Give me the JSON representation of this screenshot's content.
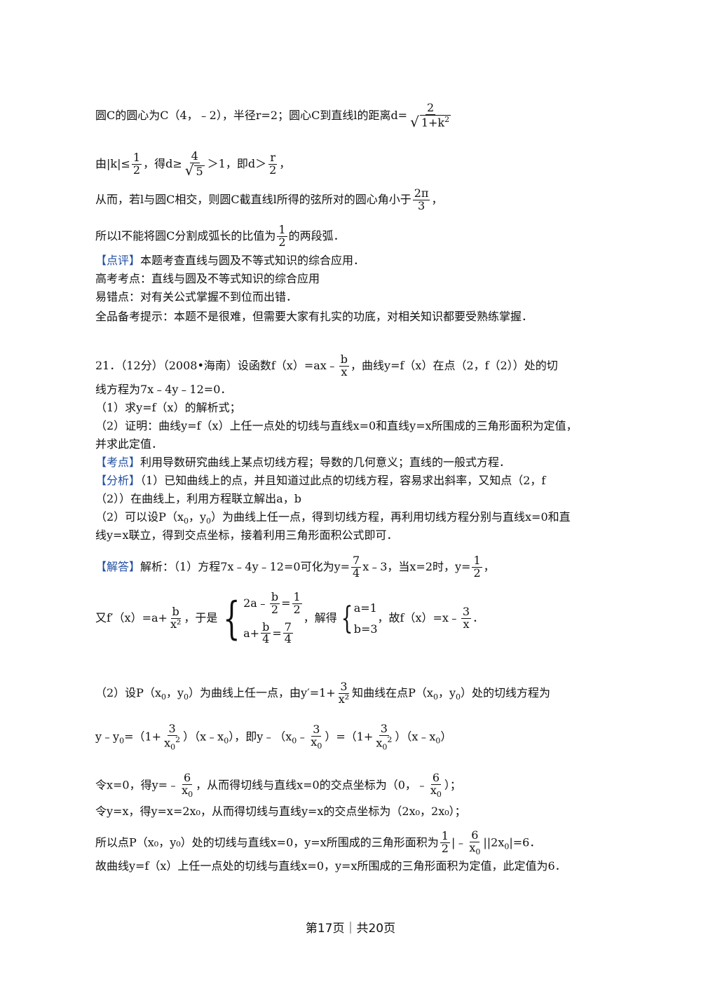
{
  "lines": {
    "l1_a": "圆C的圆心为C（4，﹣2），半径r=2；圆心C到直线l的距离d=",
    "l1_num": "2",
    "l1_den": "1+k",
    "l1_sup": "2",
    "l2_a": "由|k|≤",
    "l2_f1n": "1",
    "l2_f1d": "2",
    "l2_b": "，得d≥",
    "l2_f2n": "4",
    "l2_f2d": "5",
    "l2_c": "＞1，即d＞",
    "l2_f3n": "r",
    "l2_f3d": "2",
    "l2_d": "，",
    "l3_a": "从而，若l与圆C相交，则圆C截直线l所得的弦所对的圆心角小于",
    "l3_fn": "2π",
    "l3_fd": "3",
    "l3_b": "，",
    "l4_a": "所以l不能将圆C分割成弧长的比值为",
    "l4_fn": "1",
    "l4_fd": "2",
    "l4_b": "的两段弧．",
    "dianping_tag": "【点评】",
    "dianping": "本题考查直线与圆及不等式知识的综合应用．",
    "gaokao": "高考考点：直线与圆及不等式知识的综合应用",
    "yicuo": "易错点：对有关公式掌握不到位而出错．",
    "quanpin": "全品备考提示：本题不是很难，但需要大家有扎实的功底，对相关知识都要受熟练掌握．",
    "q21_a": "21．（12分）（2008•海南）设函数f（x）=ax﹣",
    "q21_fn": "b",
    "q21_fd": "x",
    "q21_b": "，曲线y=f（x）在点（2，f（2））处的切",
    "q21_c": "线方程为7x﹣4y﹣12=0．",
    "q21_p1": "（1）求y=f（x）的解析式；",
    "q21_p2a": "（2）证明：曲线y=f（x）上任一点处的切线与直线x=0和直线y=x所围成的三角形面积为定值，",
    "q21_p2b": "并求此定值．",
    "kaodian_tag": "【考点】",
    "kaodian": "利用导数研究曲线上某点切线方程；导数的几何意义；直线的一般式方程．",
    "fenxi_tag": "【分析】",
    "fenxi_1a": "（1）已知曲线上的点，并且知道过此点的切线方程，容易求出斜率，又知点（2，f",
    "fenxi_1b": "（2））在曲线上，利用方程联立解出a，b",
    "fenxi_2a": "（2）可以设P（x",
    "fenxi_2b": "，y",
    "fenxi_2c": "）为曲线上任一点，得到切线方程，再利用切线方程分别与直线x=0和直",
    "fenxi_2d": "线y=x联立，得到交点坐标，接着利用三角形面积公式即可．",
    "jieda_tag": "【解答】",
    "jieda_a": "解析：（1）方程7x﹣4y﹣12=0可化为y=",
    "jieda_fn": "7",
    "jieda_fd": "4",
    "jieda_b": "x﹣3，当x=2时，y=",
    "jieda_f2n": "1",
    "jieda_f2d": "2",
    "jieda_c": "，",
    "you_a": "又f′（x）=a+",
    "you_fn": "b",
    "you_fd": "x²",
    "you_b": "，于是",
    "sys1_a": "2a﹣",
    "sys1_fn": "b",
    "sys1_fd": "2",
    "sys1_b": "=",
    "sys1_rn": "1",
    "sys1_rd": "2",
    "sys2_a": "a+",
    "sys2_fn": "b",
    "sys2_fd": "4",
    "sys2_b": "=",
    "sys2_rn": "7",
    "sys2_rd": "4",
    "you_c": "，解得",
    "sol1": "a=1",
    "sol2": "b=3",
    "you_d": "，故f（x）=x﹣",
    "you_f3n": "3",
    "you_f3d": "x",
    "you_e": "．",
    "p2_a": "（2）设P（x",
    "p2_b": "，y",
    "p2_c": "）为曲线上任一点，由y′=1+",
    "p2_fn": "3",
    "p2_fd": "x²",
    "p2_d": "知曲线在点P（x",
    "p2_e": "，y",
    "p2_f": "）处的切线方程为",
    "eq_a": "y﹣y",
    "eq_b": "=（1+",
    "eq_fn": "3",
    "eq_fd": "x",
    "eq_c": "）（x﹣x",
    "eq_d": "），即y﹣（x",
    "eq_e": "﹣",
    "eq_f2n": "3",
    "eq_f2d": "x",
    "eq_f": "）=（1+",
    "eq_f3n": "3",
    "eq_f3d": "x",
    "eq_g": "）（x﹣x",
    "eq_h": "）",
    "ling1_a": "令x=0，得y=﹣",
    "ling1_fn": "6",
    "ling1_fd": "x",
    "ling1_b": "，从而得切线与直线x=0的交点坐标为（0，﹣",
    "ling1_f2n": "6",
    "ling1_f2d": "x",
    "ling1_c": "）；",
    "ling2": "令y=x，得y=x=2x₀，从而得切线与直线y=x的交点坐标为（2x₀，2x₀）；",
    "suoyi_a": "所以点P（x₀，y₀）处的切线与直线x=0，y=x所围成的三角形面积为",
    "suoyi_fn": "1",
    "suoyi_fd": "2",
    "suoyi_b": "|﹣",
    "suoyi_f2n": "6",
    "suoyi_f2d": "x",
    "suoyi_c": "||2x",
    "suoyi_d": "|=6．",
    "gu": "故曲线y=f（x）上任一点处的切线与直线x=0，y=x所围成的三角形面积为定值，此定值为6．",
    "sub0": "0"
  },
  "footer": "第17页｜共20页"
}
